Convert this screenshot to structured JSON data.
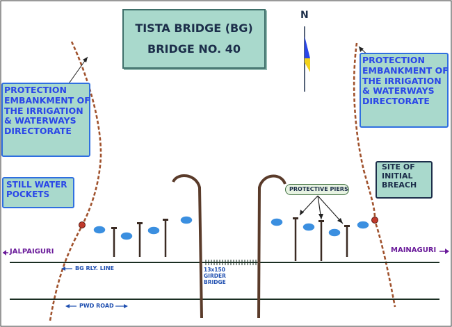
{
  "title": {
    "line1": "TISTA BRIDGE (BG)",
    "line2": "BRIDGE NO. 40"
  },
  "compass": {
    "label": "N"
  },
  "labels": {
    "embankment_left": "PROTECTION\nEMBANKMENT OF\nTHE IRRIGATION\n& WATERWAYS\nDIRECTORATE",
    "embankment_right": "PROTECTION\nEMBANKMENT OF\nTHE IRRIGATION\n& WATERWAYS\nDIRECTORATE",
    "still_water": "STILL WATER\nPOCKETS",
    "site_breach": "SITE OF\nINITIAL\nBREACH",
    "protective_piers": "PROTECTIVE PIERS",
    "jalpaiguri": "JALPAIGURI",
    "mainaguri": "MAINAGURI",
    "bg_rly_line": "BG RLY. LINE",
    "girder_bridge": "13x150\nGIRDER\nBRIDGE",
    "pwd_road": "PWD ROAD"
  },
  "colors": {
    "title_box": "#a9d9cc",
    "label_text": "#2a46e8",
    "embankment": "#a0522d",
    "water_pocket": "#3b8fe0",
    "breach": "#c0392b",
    "place_names": "#6a1b9a"
  }
}
